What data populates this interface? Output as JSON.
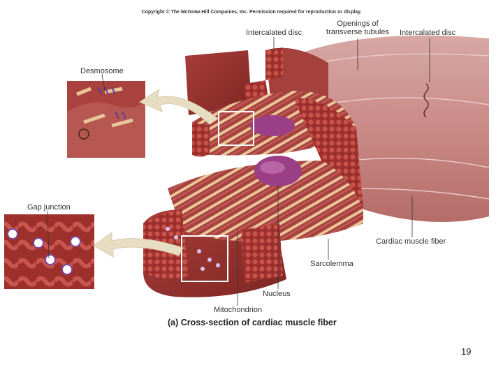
{
  "copyright": "Copyright © The McGraw-Hill Companies, Inc. Permission required for reproduction or display.",
  "labels": {
    "desmosome": "Desmosome",
    "intercalated_disc_left": "Intercalated disc",
    "openings_line1": "Openings of",
    "openings_line2": "transverse tubules",
    "intercalated_disc_right": "Intercalated disc",
    "gap_junction": "Gap junction",
    "cardiac_muscle_fiber": "Cardiac muscle fiber",
    "sarcolemma": "Sarcolemma",
    "nucleus": "Nucleus",
    "mitochondrion": "Mitochondrion"
  },
  "caption": "(a) Cross-section of cardiac muscle fiber",
  "page_number": "19",
  "colors": {
    "muscle_dark": "#8e2f2c",
    "muscle_mid": "#b9524c",
    "muscle_light": "#d98c84",
    "background_fiber": "#c98a86",
    "nucleus": "#9b3f86",
    "filament": "#e9c59a",
    "arrow": "#e7ddc2"
  }
}
